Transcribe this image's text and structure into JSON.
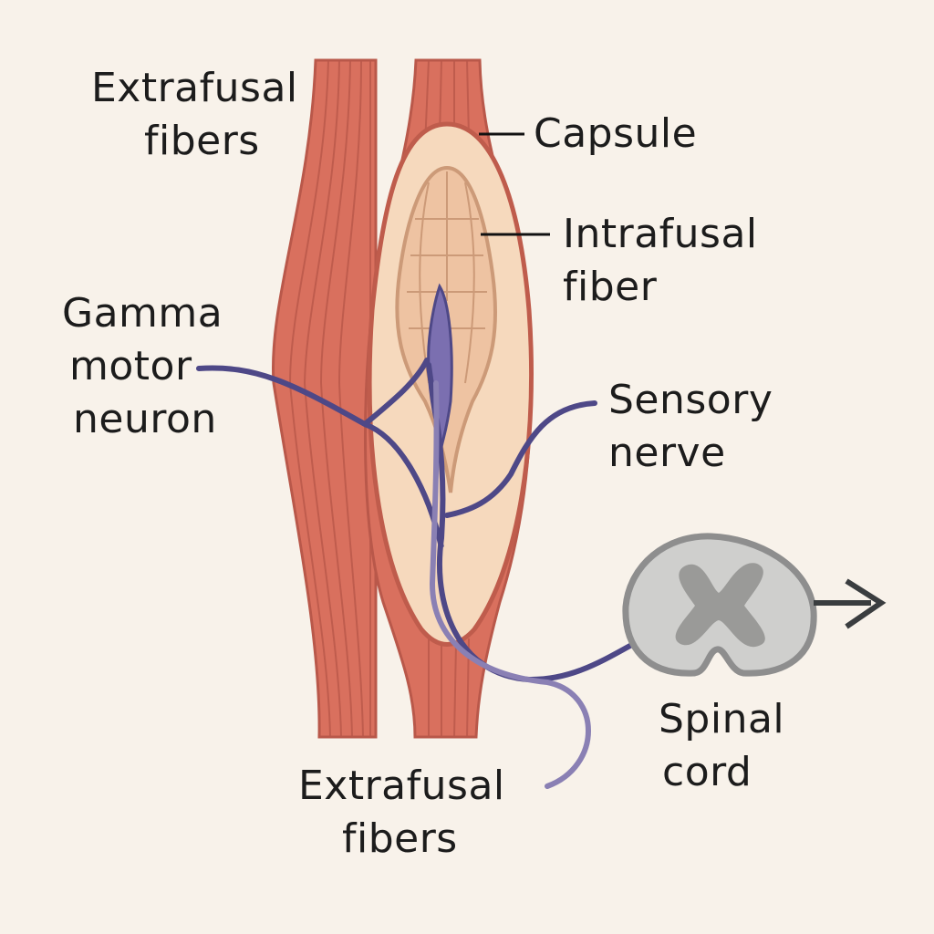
{
  "title": "Muscle spindle",
  "labels": {
    "extrafusal_top": [
      "Extrafusal",
      "fibers"
    ],
    "capsule": [
      "Capsule"
    ],
    "intrafusal": [
      "Intrafusal",
      "fiber"
    ],
    "gamma": [
      "Gamma",
      "motor",
      "neuron"
    ],
    "sensory": [
      "Sensory",
      "nerve"
    ],
    "spinal": [
      "Spinal",
      "cord"
    ],
    "extrafusal_bottom": [
      "Extrafusal",
      "fibers"
    ]
  },
  "colors": {
    "background": "#f8f2ea",
    "muscle": "#d9705e",
    "muscle_stroke": "#b9584a",
    "capsule_fill": "#f6d9bd",
    "intrafusal_fill": "#eec3a2",
    "intrafusal_stroke": "#cc9a78",
    "nerve": "#4e4887",
    "nerve_light": "#8a80b4",
    "cord_outer": "#8e8e8e",
    "cord_white": "#cfcfcd",
    "cord_gray": "#9a9a98",
    "arrow": "#3a3d3f"
  }
}
